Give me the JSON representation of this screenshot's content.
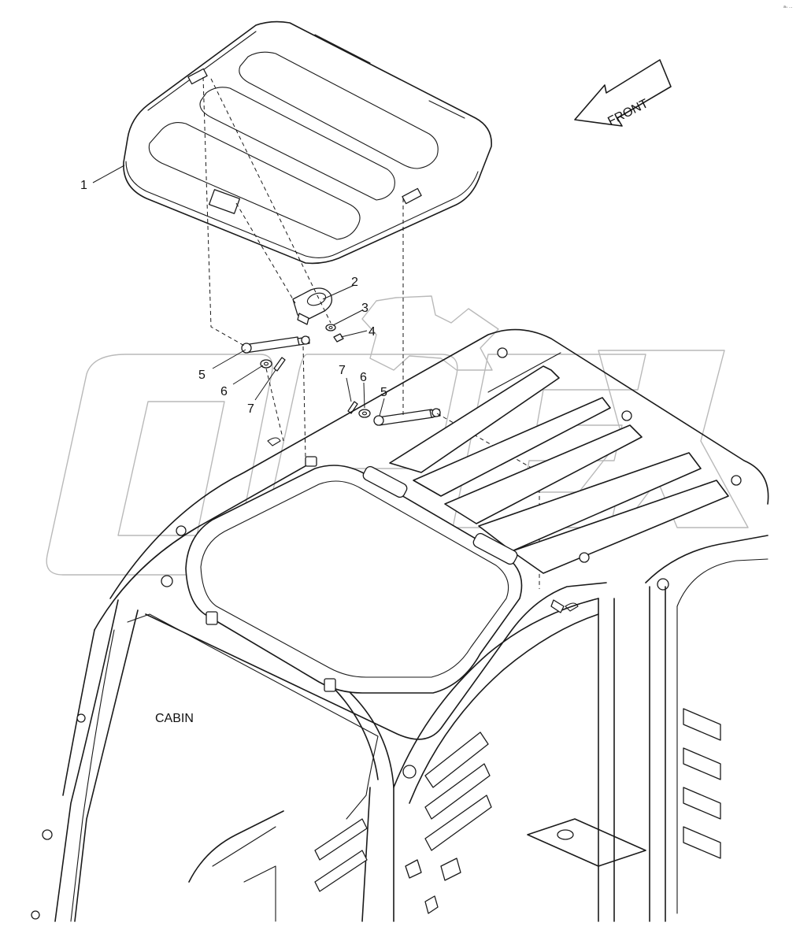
{
  "callouts": {
    "c1": "1",
    "c2": "2",
    "c3": "3",
    "c4": "4",
    "c5a": "5",
    "c6a": "6",
    "c7a": "7",
    "c7b": "7",
    "c6b": "6",
    "c5b": "5"
  },
  "labels": {
    "front": "FRONT",
    "cabin": "CABIN"
  },
  "watermark": {
    "text": "OPEX"
  },
  "corner_mark": "aₓ ..."
}
